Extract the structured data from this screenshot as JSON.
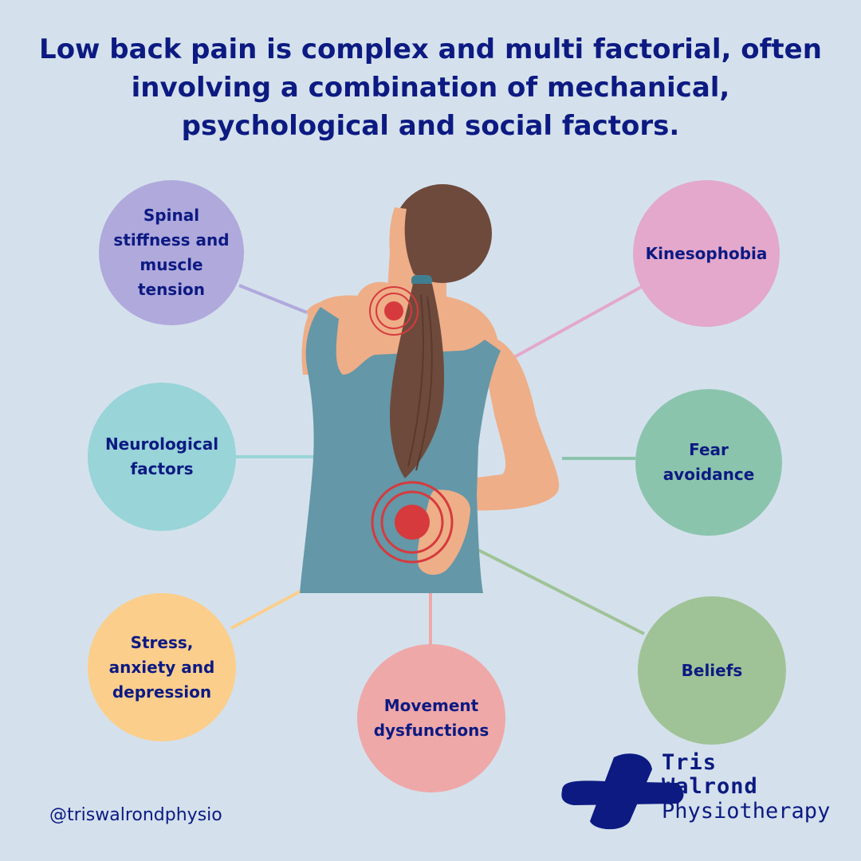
{
  "headline": {
    "line1": "Low back pain is complex and multi factorial, often",
    "line2": "involving a combination of mechanical,",
    "line3": "psychological and social factors."
  },
  "factors": [
    {
      "label": "Spinal stiffness and muscle tension",
      "color": "#b0a9dc"
    },
    {
      "label": "Kinesophobia",
      "color": "#e3a8cb"
    },
    {
      "label": "Neurological factors",
      "color": "#98d4d8"
    },
    {
      "label": "Fear avoidance",
      "color": "#8bc4ad"
    },
    {
      "label": "Stress, anxiety and depression",
      "color": "#fbce8c"
    },
    {
      "label": "Movement dysfunctions",
      "color": "#efa8a8"
    },
    {
      "label": "Beliefs",
      "color": "#9fc396"
    }
  ],
  "illustration": {
    "subject": "woman-holding-neck-and-lower-back",
    "pain_color": "#d63a3d",
    "skin_color": "#eeae88",
    "tank_top_color": "#6497a7",
    "hair_color": "#6e4a3c"
  },
  "footer": {
    "handle": "@triswalrondphysio",
    "brand_line1": "Tris",
    "brand_line2": "Walrond",
    "brand_line3": "Physiotherapy",
    "logo_icon": "physio-cross-icon"
  }
}
